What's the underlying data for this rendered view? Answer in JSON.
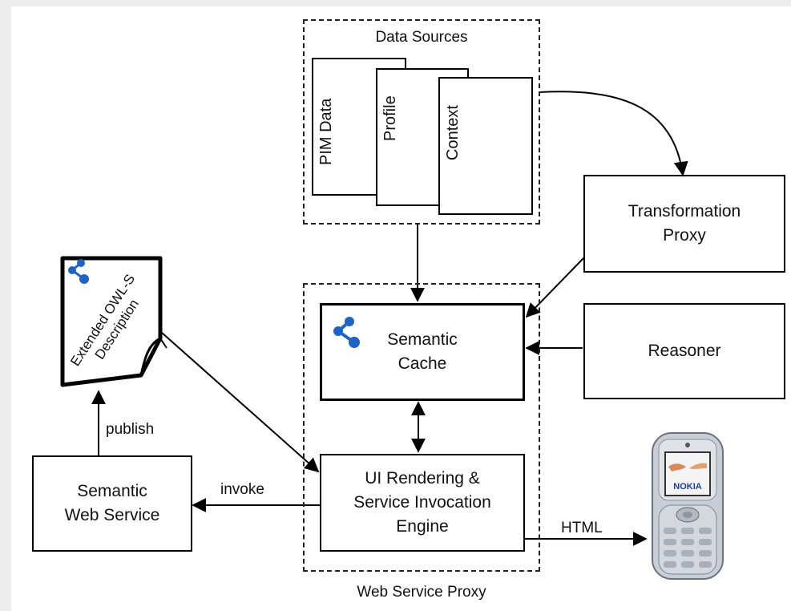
{
  "data_sources": {
    "title": "Data Sources",
    "pages": [
      "PIM Data",
      "Profile",
      "Context"
    ]
  },
  "proxy": {
    "title": "Web Service Proxy",
    "cache_line1": "Semantic",
    "cache_line2": "Cache",
    "engine_line1": "UI Rendering &",
    "engine_line2": "Service Invocation",
    "engine_line3": "Engine"
  },
  "transformation": {
    "line1": "Transformation",
    "line2": "Proxy"
  },
  "reasoner": {
    "label": "Reasoner"
  },
  "owl_doc": {
    "line1": "Extended OWL-S",
    "line2": "Description"
  },
  "web_service": {
    "line1": "Semantic",
    "line2": "Web Service"
  },
  "edges": {
    "publish": "publish",
    "invoke": "invoke",
    "html": "HTML"
  },
  "phone": {
    "brand": "NOKIA"
  },
  "colors": {
    "icon": "#1e64c8",
    "phone_body": "#c9ced6",
    "brand": "#1a3f9c"
  },
  "icons": [
    "owl-network-icon",
    "semantic-network-icon",
    "nokia-phone-icon"
  ]
}
